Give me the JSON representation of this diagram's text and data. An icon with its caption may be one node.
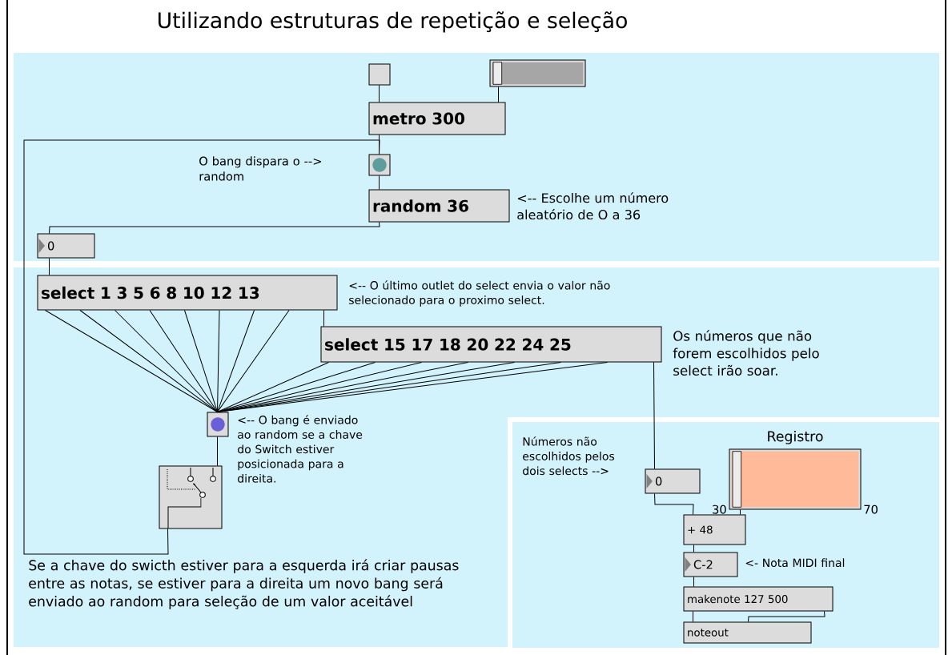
{
  "diagram": {
    "title": "Utilizando estruturas de repetição e seleção",
    "nodes": [
      {
        "text": [],
        "shape": "box"
      },
      {
        "text": [],
        "shape": "bar"
      },
      {
        "text": [
          "metro 300"
        ]
      },
      {
        "text": [],
        "shape": "box"
      },
      {
        "text": [
          "random 36"
        ]
      },
      {
        "text": [
          "0"
        ]
      },
      {
        "text": [
          "select 1 3 5 6 8 10 12 13"
        ]
      },
      {
        "text": [
          "select 15 17 18 20 22 24 25"
        ]
      },
      {
        "text": [],
        "shape": "box"
      },
      {
        "text": [],
        "shape": "box"
      },
      {
        "text": [
          "0"
        ]
      },
      {
        "text": [
          "Registro"
        ],
        "beside": [
          "30",
          "70"
        ]
      },
      {
        "text": [
          "+ 48"
        ]
      },
      {
        "text": [
          "C-2"
        ]
      },
      {
        "text": [
          "makenote 127 500"
        ]
      },
      {
        "text": [
          "noteout"
        ]
      }
    ],
    "edges": [
      {
        "from": 0,
        "to": 2,
        "arrow": "none"
      },
      {
        "from": 1,
        "to": 2,
        "arrow": "none"
      },
      {
        "from": 2,
        "to": 3,
        "arrow": "none"
      },
      {
        "from": 3,
        "to": 4,
        "arrow": "none"
      },
      {
        "from": 4,
        "to": 5,
        "arrow": "none"
      },
      {
        "from": 5,
        "to": 6,
        "arrow": "none"
      },
      {
        "from": 6,
        "to": 8,
        "arrow": "none"
      },
      {
        "from": 6,
        "to": 8,
        "arrow": "none"
      },
      {
        "from": 6,
        "to": 8,
        "arrow": "none"
      },
      {
        "from": 6,
        "to": 8,
        "arrow": "none"
      },
      {
        "from": 6,
        "to": 8,
        "arrow": "none"
      },
      {
        "from": 6,
        "to": 8,
        "arrow": "none"
      },
      {
        "from": 6,
        "to": 8,
        "arrow": "none"
      },
      {
        "from": 6,
        "to": 8,
        "arrow": "none"
      },
      {
        "from": 6,
        "to": 7,
        "arrow": "none"
      },
      {
        "from": 7,
        "to": 8,
        "arrow": "none"
      },
      {
        "from": 7,
        "to": 8,
        "arrow": "none"
      },
      {
        "from": 7,
        "to": 8,
        "arrow": "none"
      },
      {
        "from": 7,
        "to": 8,
        "arrow": "none"
      },
      {
        "from": 7,
        "to": 8,
        "arrow": "none"
      },
      {
        "from": 7,
        "to": 8,
        "arrow": "none"
      },
      {
        "from": 7,
        "to": 8,
        "arrow": "none"
      },
      {
        "from": 7,
        "to": 10,
        "arrow": "none"
      },
      {
        "from": 8,
        "to": 9,
        "arrow": "none"
      },
      {
        "from": 9,
        "to": 3,
        "arrow": "none"
      },
      {
        "from": 10,
        "to": 12,
        "arrow": "none"
      },
      {
        "from": 11,
        "to": 12,
        "arrow": "none"
      },
      {
        "from": 12,
        "to": 13,
        "arrow": "none"
      },
      {
        "from": 13,
        "to": 14,
        "arrow": "none"
      },
      {
        "from": 14,
        "to": 15,
        "arrow": "none"
      },
      {
        "from": 14,
        "to": 15,
        "arrow": "none"
      }
    ],
    "labels": [
      "O bang dispara o --> random",
      "<-- Escolhe um número aleatório de O a 36",
      "<-- O último outlet do select envia o valor não selecionado para o proximo select.",
      "Os números que não forem escolhidos pelo select irão soar.",
      "<-- O bang é enviado ao random se a chave do Switch estiver posicionada para a direita.",
      "Números não escolhidos pelos dois selects -->",
      "<- Nota MIDI final",
      "Se a chave do swicth estiver para a esquerda irá criar pausas entre as notas, se estiver para a direita um novo bang será enviado ao random para seleção de um valor aceitável"
    ]
  }
}
